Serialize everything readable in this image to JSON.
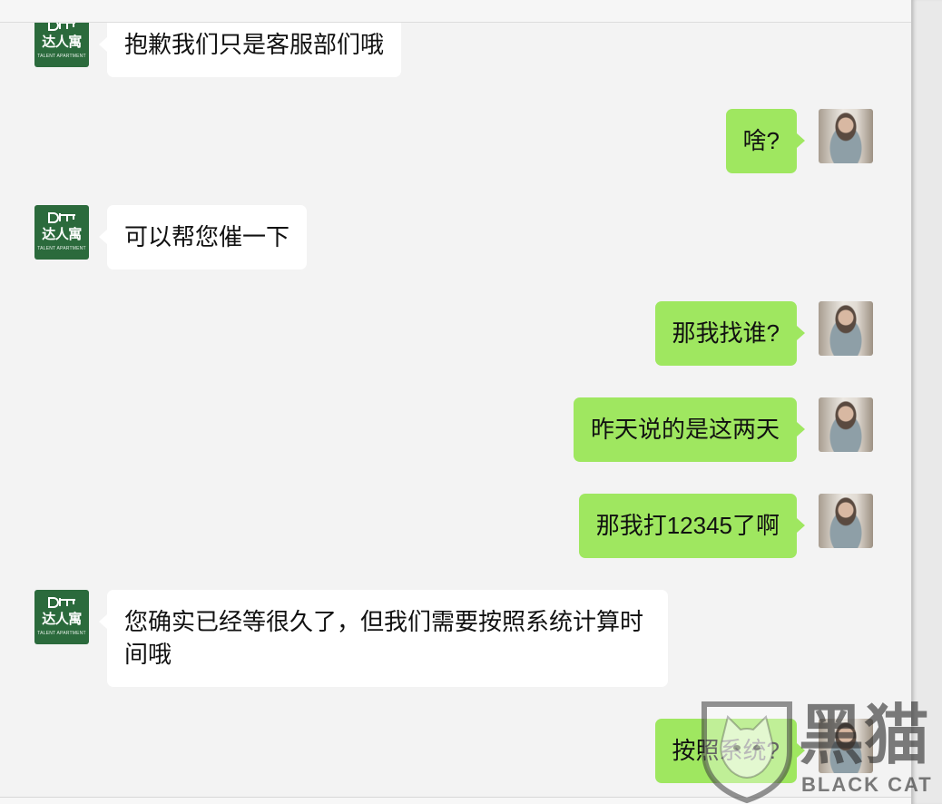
{
  "agent": {
    "avatar_name": "达人寓",
    "avatar_subtitle": "TALENT APARTMENT"
  },
  "messages": [
    {
      "text": "抱歉我们只是客服部们哦"
    },
    {
      "text": "啥?"
    },
    {
      "text": "可以帮您催一下"
    },
    {
      "text": "那我找谁?"
    },
    {
      "text": "昨天说的是这两天"
    },
    {
      "text": "那我打12345了啊"
    },
    {
      "text": "您确实已经等很久了，但我们需要按照系统计算时间哦"
    },
    {
      "text": "按照系统?"
    }
  ],
  "watermark": {
    "title": "黑猫",
    "subtitle": "BLACK CAT"
  },
  "icons": {
    "agent_logo": "key-icon",
    "watermark_logo": "black-cat-shield-icon"
  },
  "colors": {
    "background": "#f3f3f3",
    "incoming_bubble": "#ffffff",
    "outgoing_bubble": "#9fe760",
    "agent_avatar": "#2b6a3c"
  }
}
